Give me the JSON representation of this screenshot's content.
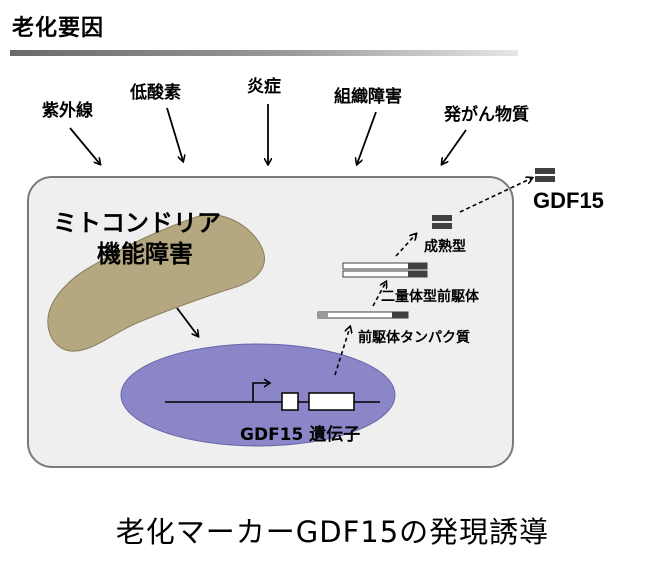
{
  "title": "老化要因",
  "factors": [
    "紫外線",
    "低酸素",
    "炎症",
    "組織障害",
    "発がん物質"
  ],
  "mito_label_line1": "ミトコンドリア",
  "mito_label_line2": "機能障害",
  "gene_label": "GDF15 遺伝子",
  "precursor_label": "前駆体タンパク質",
  "dimer_label": "二量体型前駆体",
  "mature_label": "成熟型",
  "secreted_label": "GDF15",
  "caption": "老化マーカーGDF15の発現誘導",
  "colors": {
    "cell_fill": "#efefef",
    "cell_border": "#7a7a7a",
    "mitochondria": "#b5a880",
    "nucleus": "#8b86c8",
    "protein_dark": "#404040"
  }
}
